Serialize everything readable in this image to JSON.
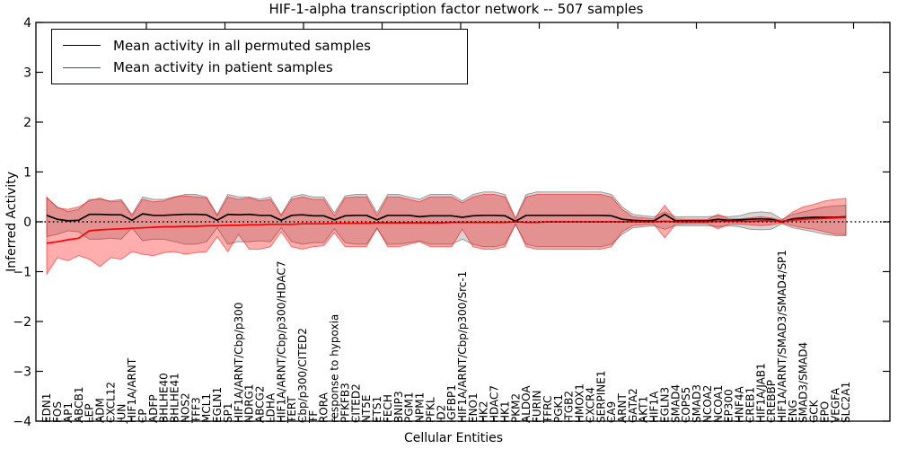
{
  "figure": {
    "title": "HIF-1-alpha transcription factor network -- 507 samples",
    "xlabel": "Cellular Entities",
    "ylabel": "Inferred Activity"
  },
  "legend": {
    "items": [
      {
        "label": "Mean activity in all permuted samples",
        "color": "#000000"
      },
      {
        "label": "Mean activity in patient samples",
        "color": "#ff0000"
      }
    ]
  },
  "chart_data": {
    "type": "line",
    "title": "HIF-1-alpha transcription factor network -- 507 samples",
    "xlabel": "Cellular Entities",
    "ylabel": "Inferred Activity",
    "ylim": [
      -4,
      4
    ],
    "yticks": [
      4,
      3,
      2,
      1,
      0,
      -1,
      -2,
      -3,
      -4
    ],
    "ytick_labels": [
      "4",
      "3",
      "2",
      "1",
      "0",
      "−1",
      "−2",
      "−3",
      "−4"
    ],
    "grid": false,
    "legend_position": "upper left",
    "zero_line": {
      "y": 0,
      "style": "dotted",
      "color": "#000000"
    },
    "categories": [
      "EDN1",
      "FOS",
      "AP1",
      "ABCB1",
      "LEP",
      "ADM",
      "CXCL12",
      "JUN",
      "HIF1A/ARNT",
      "CP",
      "ADFP",
      "BHLHE40",
      "BHLHE41",
      "NOS2",
      "TFF3",
      "MCL1",
      "EGLN1",
      "SP1",
      "HIF1A/ARNT/Cbp/p300",
      "NDRG1",
      "ABCG2",
      "LDHA",
      "HIF1A/ARNT/Cbp/p300/HDAC7",
      "TERT",
      "Cbp/p300/CITED2",
      "TF",
      "RORA",
      "response to hypoxia",
      "PFKFB3",
      "CITED2",
      "NT5E",
      "ETS1",
      "FECH",
      "BNIP3",
      "PGM1",
      "NPM1",
      "PFKL",
      "ID2",
      "IGFBP1",
      "HIF1A/ARNT/Cbp/p300/Src-1",
      "ENO1",
      "HK2",
      "HDAC7",
      "HK1",
      "PKM2",
      "ALDOA",
      "FURIN",
      "TFRC",
      "PGK1",
      "ITGB2",
      "HMOX1",
      "CXCR4",
      "SERPINE1",
      "CA9",
      "ARNT",
      "GATA2",
      "AKT1",
      "HIF1A",
      "EGLN3",
      "SMAD4",
      "COPS5",
      "SMAD3",
      "NCOA2",
      "NCOA1",
      "EP300",
      "HNF4A",
      "CREB1",
      "HIF1A/JAB1",
      "CREBBP",
      "HIF1A/ARNT/SMAD3/SMAD4/SP1",
      "ENG",
      "SMAD3/SMAD4",
      "GCK",
      "EPO",
      "VEGFA",
      "SLC2A1"
    ],
    "series": [
      {
        "name": "Mean activity in all permuted samples",
        "color": "#000000",
        "values": [
          0.13,
          0.05,
          0.02,
          0.03,
          0.15,
          0.15,
          0.14,
          0.14,
          0.03,
          0.16,
          0.13,
          0.13,
          0.14,
          0.15,
          0.15,
          0.14,
          0.03,
          0.15,
          0.14,
          0.15,
          0.13,
          0.13,
          0.03,
          0.13,
          0.14,
          0.12,
          0.12,
          0.04,
          0.12,
          0.13,
          0.13,
          0.04,
          0.13,
          0.13,
          0.13,
          0.1,
          0.12,
          0.12,
          0.12,
          0.09,
          0.12,
          0.13,
          0.13,
          0.12,
          0.01,
          0.13,
          0.13,
          0.13,
          0.13,
          0.13,
          0.13,
          0.13,
          0.13,
          0.12,
          0.05,
          0.03,
          0.02,
          0.02,
          0.15,
          0.02,
          0.02,
          0.02,
          0.02,
          0.05,
          0.03,
          0.04,
          0.05,
          0.06,
          0.05,
          0.0,
          0.06,
          0.08,
          0.09,
          0.09,
          0.09,
          0.1
        ]
      },
      {
        "name": "Mean activity in patient samples",
        "color": "#ff0000",
        "values": [
          -0.43,
          -0.4,
          -0.36,
          -0.33,
          -0.18,
          -0.16,
          -0.15,
          -0.14,
          -0.13,
          -0.12,
          -0.11,
          -0.1,
          -0.1,
          -0.09,
          -0.09,
          -0.08,
          -0.08,
          -0.07,
          -0.07,
          -0.06,
          -0.06,
          -0.05,
          -0.05,
          -0.05,
          -0.04,
          -0.04,
          -0.04,
          -0.03,
          -0.03,
          -0.03,
          -0.03,
          -0.02,
          -0.02,
          -0.02,
          -0.02,
          -0.02,
          -0.02,
          -0.02,
          -0.01,
          -0.01,
          -0.01,
          -0.01,
          -0.01,
          -0.01,
          0.0,
          -0.01,
          -0.01,
          0.0,
          0.0,
          0.0,
          0.0,
          0.0,
          0.0,
          0.0,
          0.0,
          0.0,
          0.0,
          0.0,
          0.01,
          0.0,
          0.0,
          0.0,
          0.0,
          0.01,
          0.01,
          0.01,
          0.01,
          0.02,
          0.02,
          0.01,
          0.03,
          0.05,
          0.06,
          0.07,
          0.08,
          0.09
        ]
      }
    ],
    "bands": [
      {
        "name": "permuted-samples-range",
        "color": "#000000",
        "opacity": 0.16,
        "upper": [
          0.48,
          0.3,
          0.2,
          0.25,
          0.45,
          0.45,
          0.42,
          0.45,
          0.15,
          0.5,
          0.45,
          0.45,
          0.5,
          0.55,
          0.55,
          0.5,
          0.15,
          0.55,
          0.5,
          0.5,
          0.45,
          0.5,
          0.15,
          0.5,
          0.55,
          0.5,
          0.5,
          0.18,
          0.52,
          0.55,
          0.55,
          0.18,
          0.55,
          0.55,
          0.5,
          0.45,
          0.55,
          0.55,
          0.55,
          0.42,
          0.55,
          0.6,
          0.6,
          0.55,
          0.08,
          0.55,
          0.6,
          0.6,
          0.6,
          0.6,
          0.6,
          0.6,
          0.6,
          0.55,
          0.3,
          0.15,
          0.12,
          0.1,
          0.2,
          0.1,
          0.1,
          0.1,
          0.1,
          0.12,
          0.1,
          0.12,
          0.18,
          0.2,
          0.18,
          0.05,
          0.15,
          0.2,
          0.25,
          0.3,
          0.32,
          0.33
        ],
        "lower": [
          -0.3,
          -0.25,
          -0.18,
          -0.2,
          -0.35,
          -0.35,
          -0.33,
          -0.35,
          -0.12,
          -0.38,
          -0.35,
          -0.35,
          -0.4,
          -0.45,
          -0.45,
          -0.4,
          -0.12,
          -0.45,
          -0.4,
          -0.4,
          -0.38,
          -0.4,
          -0.12,
          -0.4,
          -0.45,
          -0.42,
          -0.42,
          -0.14,
          -0.42,
          -0.45,
          -0.45,
          -0.14,
          -0.45,
          -0.45,
          -0.42,
          -0.38,
          -0.45,
          -0.45,
          -0.45,
          -0.35,
          -0.45,
          -0.5,
          -0.5,
          -0.45,
          -0.06,
          -0.45,
          -0.5,
          -0.5,
          -0.5,
          -0.5,
          -0.5,
          -0.5,
          -0.5,
          -0.45,
          -0.25,
          -0.12,
          -0.1,
          -0.08,
          -0.15,
          -0.08,
          -0.08,
          -0.08,
          -0.08,
          -0.1,
          -0.08,
          -0.1,
          -0.15,
          -0.16,
          -0.15,
          -0.04,
          -0.12,
          -0.16,
          -0.2,
          -0.25,
          -0.28,
          -0.28
        ]
      },
      {
        "name": "patient-samples-range",
        "color": "#ff0000",
        "opacity": 0.32,
        "upper": [
          0.5,
          0.28,
          0.25,
          0.3,
          0.42,
          0.48,
          0.4,
          0.42,
          0.12,
          0.45,
          0.4,
          0.42,
          0.5,
          0.52,
          0.5,
          0.48,
          0.12,
          0.5,
          0.45,
          0.48,
          0.42,
          0.45,
          0.12,
          0.45,
          0.5,
          0.45,
          0.45,
          0.12,
          0.48,
          0.5,
          0.5,
          0.12,
          0.5,
          0.5,
          0.45,
          0.4,
          0.5,
          0.5,
          0.5,
          0.38,
          0.5,
          0.55,
          0.55,
          0.5,
          0.05,
          0.5,
          0.55,
          0.55,
          0.55,
          0.55,
          0.55,
          0.55,
          0.55,
          0.5,
          0.25,
          0.1,
          0.08,
          0.06,
          0.33,
          0.06,
          0.05,
          0.05,
          0.05,
          0.15,
          0.06,
          0.06,
          0.08,
          0.1,
          0.08,
          0.03,
          0.2,
          0.3,
          0.35,
          0.42,
          0.45,
          0.47
        ],
        "lower": [
          -1.05,
          -0.72,
          -0.78,
          -0.68,
          -0.75,
          -0.9,
          -0.72,
          -0.75,
          -0.6,
          -0.65,
          -0.68,
          -0.62,
          -0.6,
          -0.65,
          -0.62,
          -0.6,
          -0.3,
          -0.6,
          -0.25,
          -0.55,
          -0.55,
          -0.5,
          -0.2,
          -0.5,
          -0.55,
          -0.5,
          -0.48,
          -0.22,
          -0.5,
          -0.5,
          -0.5,
          -0.12,
          -0.5,
          -0.5,
          -0.45,
          -0.4,
          -0.5,
          -0.5,
          -0.5,
          -0.15,
          -0.5,
          -0.55,
          -0.55,
          -0.5,
          -0.04,
          -0.5,
          -0.55,
          -0.55,
          -0.55,
          -0.55,
          -0.55,
          -0.55,
          -0.55,
          -0.5,
          -0.2,
          -0.08,
          -0.06,
          -0.05,
          -0.32,
          -0.05,
          -0.04,
          -0.04,
          -0.04,
          -0.14,
          -0.05,
          -0.05,
          -0.06,
          -0.08,
          -0.06,
          -0.02,
          -0.08,
          -0.12,
          -0.15,
          -0.2,
          -0.25,
          -0.26
        ]
      }
    ]
  }
}
